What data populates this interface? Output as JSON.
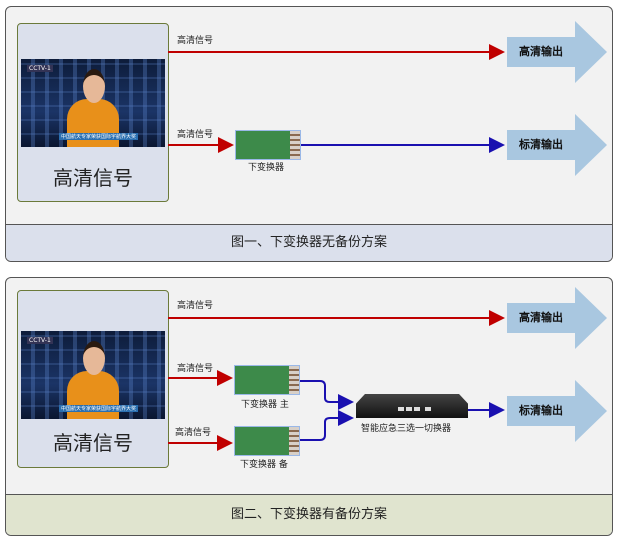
{
  "diagram1": {
    "source_label": "高清信号",
    "image_logo": "CCTV-1",
    "image_ticker": "中国航天专家荣获国际宇航界大奖",
    "signal_label_top": "高清信号",
    "signal_label_bottom": "高清信号",
    "converter_label": "下变换器",
    "output_hd": "高清输出",
    "output_sd": "标清输出",
    "caption": "图一、下变换器无备份方案"
  },
  "diagram2": {
    "source_label": "高清信号",
    "image_logo": "CCTV-1",
    "image_ticker": "中国航天专家荣获国际宇航界大奖",
    "signal_label_top": "高清信号",
    "signal_label_mid": "高清信号",
    "signal_label_bottom": "高清信号",
    "converter_main_label": "下变换器 主",
    "converter_backup_label": "下变换器 备",
    "switcher_label": "智能应急三选一切换器",
    "output_hd": "高清输出",
    "output_sd": "标清输出",
    "caption": "图二、下变换器有备份方案"
  },
  "colors": {
    "hd_line": "#c00000",
    "sd_line": "#1a10b0",
    "output_arrow": "#a9c7e0",
    "caption1_bg": "#dbe0ec",
    "caption2_bg": "#e0e4cf"
  }
}
